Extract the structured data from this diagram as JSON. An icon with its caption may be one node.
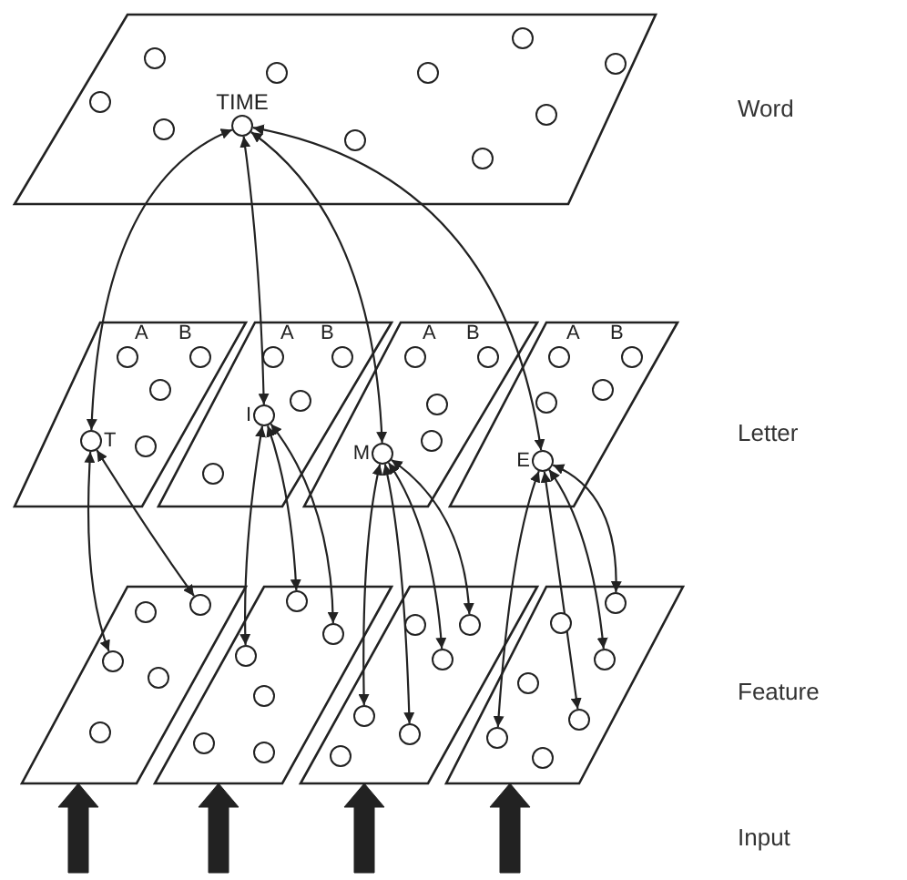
{
  "diagram": {
    "nodes": [
      {
        "text": [],
        "shape": "parallelogram"
      },
      {
        "text": [],
        "shape": "circle",
        "in": 0
      },
      {
        "text": [],
        "shape": "circle",
        "in": 0
      },
      {
        "text": [],
        "shape": "circle",
        "in": 0
      },
      {
        "text": [],
        "shape": "circle",
        "in": 0
      },
      {
        "text": [],
        "shape": "circle",
        "in": 0
      },
      {
        "text": [],
        "shape": "circle",
        "in": 0
      },
      {
        "text": [],
        "shape": "circle",
        "in": 0
      },
      {
        "text": [
          "TIME"
        ],
        "in": 0
      },
      {
        "text": [],
        "shape": "circle",
        "in": 0
      },
      {
        "text": [],
        "shape": "circle",
        "in": 0
      },
      {
        "text": [],
        "shape": "circle",
        "in": 0
      },
      {
        "text": [],
        "shape": "parallelogram"
      },
      {
        "text": [
          "A"
        ],
        "in": 12
      },
      {
        "text": [
          "B"
        ],
        "in": 12
      },
      {
        "text": [],
        "shape": "circle",
        "in": 12
      },
      {
        "text": [
          "T"
        ],
        "in": 12
      },
      {
        "text": [],
        "shape": "circle",
        "in": 12
      },
      {
        "text": [],
        "shape": "parallelogram"
      },
      {
        "text": [
          "A"
        ],
        "in": 18
      },
      {
        "text": [
          "B"
        ],
        "in": 18
      },
      {
        "text": [],
        "shape": "circle",
        "in": 18
      },
      {
        "text": [
          "I"
        ],
        "in": 18
      },
      {
        "text": [],
        "shape": "circle",
        "in": 18
      },
      {
        "text": [],
        "shape": "parallelogram"
      },
      {
        "text": [
          "A"
        ],
        "in": 24
      },
      {
        "text": [
          "B"
        ],
        "in": 24
      },
      {
        "text": [],
        "shape": "circle",
        "in": 24
      },
      {
        "text": [],
        "shape": "circle",
        "in": 24
      },
      {
        "text": [
          "M"
        ],
        "in": 24
      },
      {
        "text": [],
        "shape": "parallelogram"
      },
      {
        "text": [
          "A"
        ],
        "in": 30
      },
      {
        "text": [
          "B"
        ],
        "in": 30
      },
      {
        "text": [],
        "shape": "circle",
        "in": 30
      },
      {
        "text": [],
        "shape": "circle",
        "in": 30
      },
      {
        "text": [
          "E"
        ],
        "in": 30
      },
      {
        "text": [],
        "shape": "parallelogram"
      },
      {
        "text": [],
        "shape": "circle",
        "in": 36
      },
      {
        "text": [],
        "shape": "circle",
        "in": 36
      },
      {
        "text": [],
        "shape": "circle",
        "in": 36
      },
      {
        "text": [],
        "shape": "circle",
        "in": 36
      },
      {
        "text": [],
        "shape": "circle",
        "in": 36
      },
      {
        "text": [],
        "shape": "parallelogram"
      },
      {
        "text": [],
        "shape": "circle",
        "in": 42
      },
      {
        "text": [],
        "shape": "circle",
        "in": 42
      },
      {
        "text": [],
        "shape": "circle",
        "in": 42
      },
      {
        "text": [],
        "shape": "circle",
        "in": 42
      },
      {
        "text": [],
        "shape": "circle",
        "in": 42
      },
      {
        "text": [],
        "shape": "circle",
        "in": 42
      },
      {
        "text": [],
        "shape": "parallelogram"
      },
      {
        "text": [],
        "shape": "circle",
        "in": 49
      },
      {
        "text": [],
        "shape": "circle",
        "in": 49
      },
      {
        "text": [],
        "shape": "circle",
        "in": 49
      },
      {
        "text": [],
        "shape": "circle",
        "in": 49
      },
      {
        "text": [],
        "shape": "circle",
        "in": 49
      },
      {
        "text": [],
        "shape": "circle",
        "in": 49
      },
      {
        "text": [],
        "shape": "parallelogram"
      },
      {
        "text": [],
        "shape": "circle",
        "in": 56
      },
      {
        "text": [],
        "shape": "circle",
        "in": 56
      },
      {
        "text": [],
        "shape": "circle",
        "in": 56
      },
      {
        "text": [],
        "shape": "circle",
        "in": 56
      },
      {
        "text": [],
        "shape": "circle",
        "in": 56
      },
      {
        "text": [],
        "shape": "circle",
        "in": 56
      },
      {
        "text": [],
        "shape": "circle",
        "in": 56
      }
    ],
    "edges": [
      {
        "from": 16,
        "to": 8,
        "arrow": "both"
      },
      {
        "from": 22,
        "to": 8,
        "arrow": "both"
      },
      {
        "from": 29,
        "to": 8,
        "arrow": "both"
      },
      {
        "from": 35,
        "to": 8,
        "arrow": "both"
      },
      {
        "from": 16,
        "to": 39,
        "arrow": "both"
      },
      {
        "from": 16,
        "to": 37,
        "arrow": "both"
      },
      {
        "from": 22,
        "to": 45,
        "arrow": "both"
      },
      {
        "from": 22,
        "to": 43,
        "arrow": "both"
      },
      {
        "from": 22,
        "to": 44,
        "arrow": "both"
      },
      {
        "from": 29,
        "to": 53,
        "arrow": "both"
      },
      {
        "from": 29,
        "to": 54,
        "arrow": "both"
      },
      {
        "from": 29,
        "to": 52,
        "arrow": "both"
      },
      {
        "from": 29,
        "to": 51,
        "arrow": "both"
      },
      {
        "from": 35,
        "to": 62,
        "arrow": "both"
      },
      {
        "from": 35,
        "to": 61,
        "arrow": "both"
      },
      {
        "from": 35,
        "to": 59,
        "arrow": "both"
      },
      {
        "from": 35,
        "to": 57,
        "arrow": "both"
      },
      {
        "from": null,
        "to": 36,
        "arrow": "to",
        "style": "thick"
      },
      {
        "from": null,
        "to": 42,
        "arrow": "to",
        "style": "thick"
      },
      {
        "from": null,
        "to": 49,
        "arrow": "to",
        "style": "thick"
      },
      {
        "from": null,
        "to": 56,
        "arrow": "to",
        "style": "thick"
      }
    ],
    "labels": [
      "Word",
      "Letter",
      "Feature",
      "Input"
    ]
  }
}
